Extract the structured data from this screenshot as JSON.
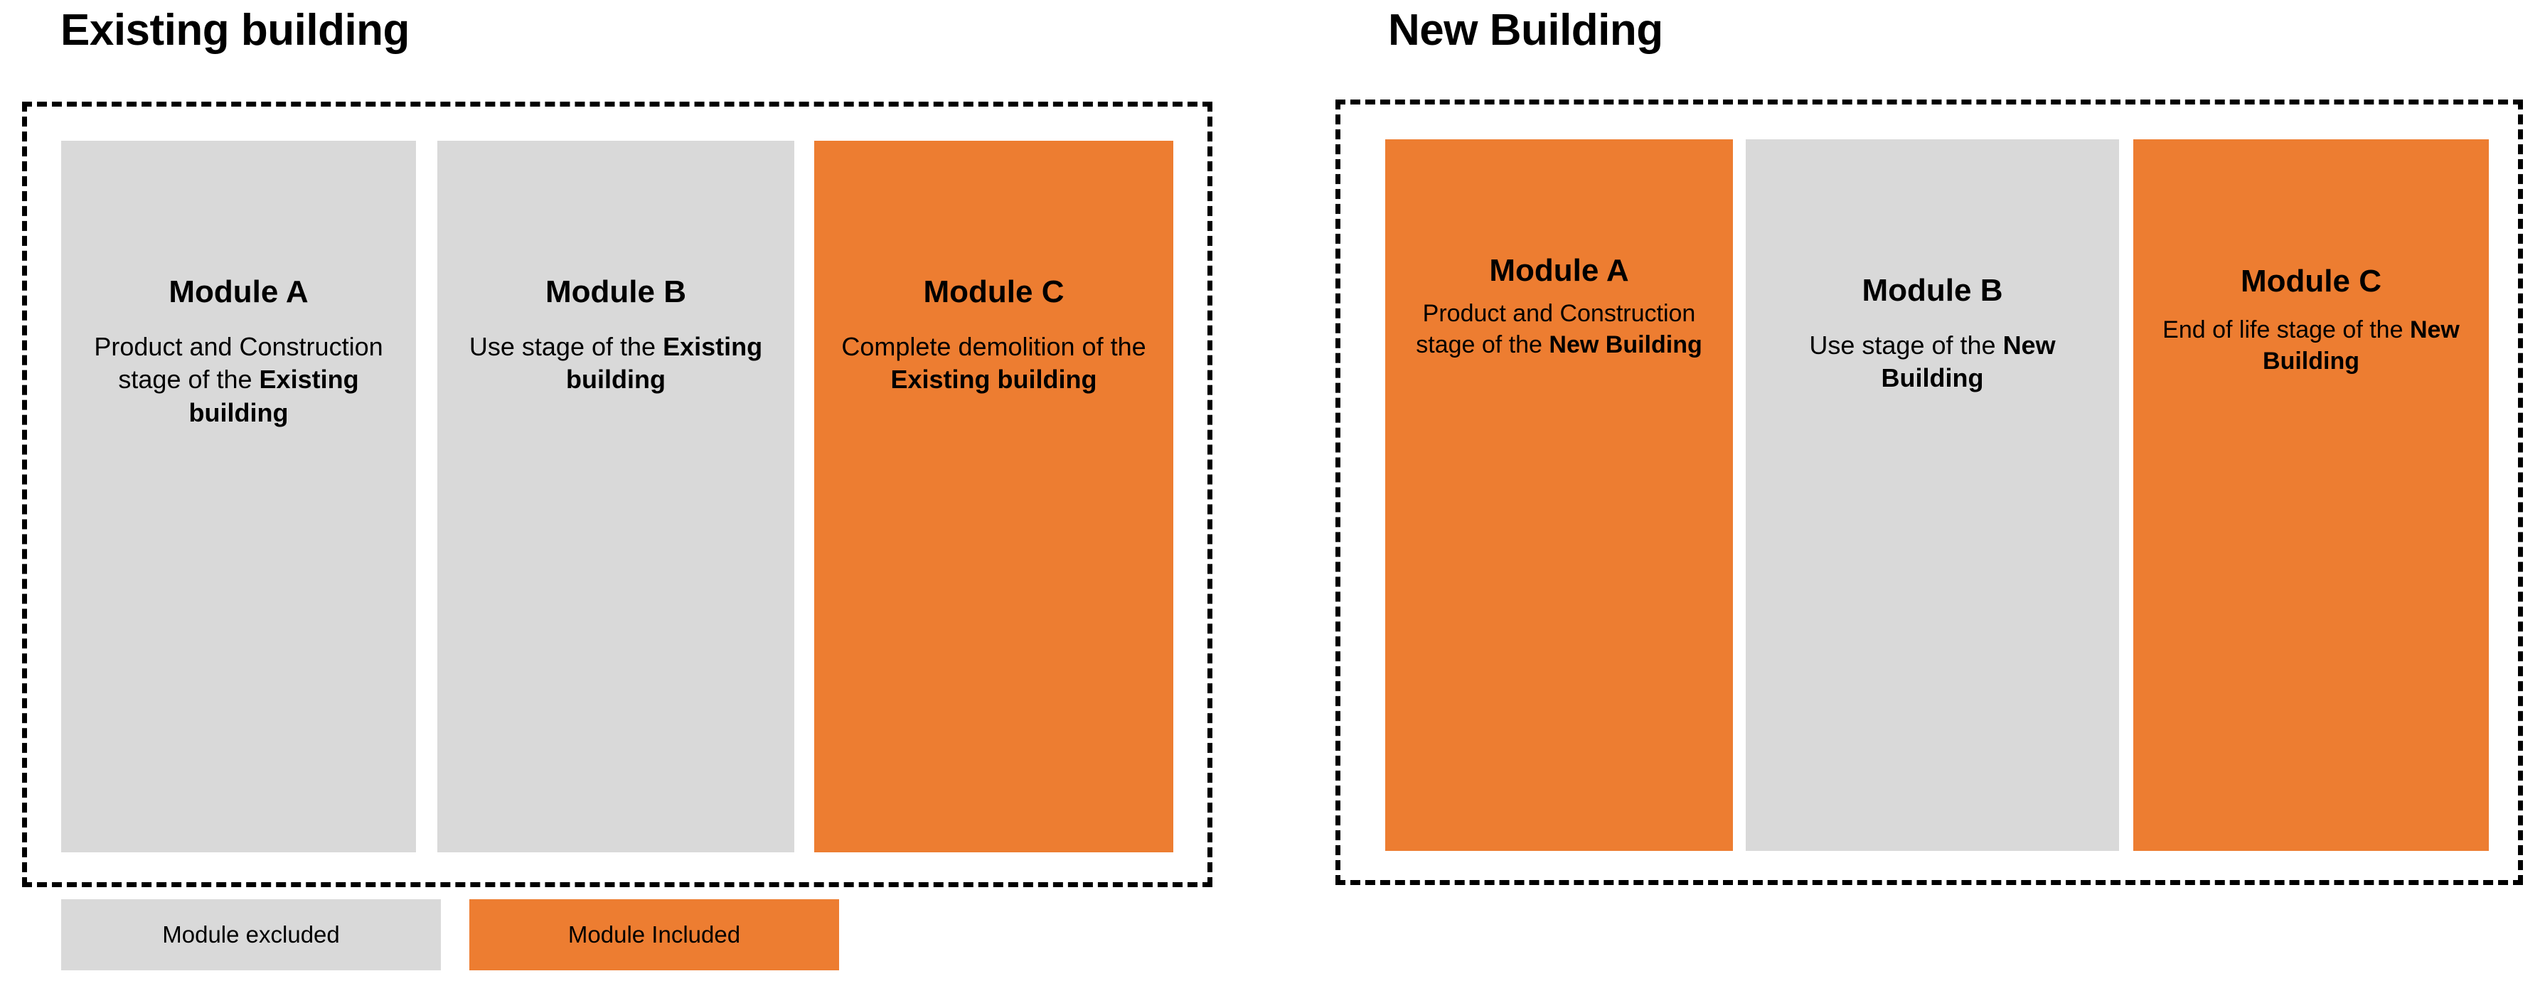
{
  "colors": {
    "module_included": "#ED7D31",
    "module_excluded": "#D9D9D9",
    "border": "#000000",
    "text": "#000000"
  },
  "groups": [
    {
      "id": "existing-building",
      "title": "Existing building",
      "modules": [
        {
          "id": "module-a",
          "title": "Module A",
          "desc_prefix": "Product and Construction stage of the ",
          "desc_emphasis": "Existing building",
          "state": "excluded"
        },
        {
          "id": "module-b",
          "title": "Module B",
          "desc_prefix": "Use stage of the ",
          "desc_emphasis": "Existing building",
          "state": "excluded"
        },
        {
          "id": "module-c",
          "title": "Module C",
          "desc_prefix": "Complete demolition of the ",
          "desc_emphasis": "Existing building",
          "state": "included"
        }
      ]
    },
    {
      "id": "new-building",
      "title": "New Building",
      "modules": [
        {
          "id": "module-a",
          "title": "Module A",
          "desc_prefix": "Product and Construction stage of the ",
          "desc_emphasis": "New Building",
          "state": "included"
        },
        {
          "id": "module-b",
          "title": "Module B",
          "desc_prefix": "Use stage of the ",
          "desc_emphasis": "New Building",
          "state": "excluded"
        },
        {
          "id": "module-c",
          "title": "Module C",
          "desc_prefix": "End of life stage of the ",
          "desc_emphasis": "New Building",
          "state": "included"
        }
      ]
    }
  ],
  "legend": {
    "excluded_label": "Module excluded",
    "included_label": "Module Included"
  }
}
